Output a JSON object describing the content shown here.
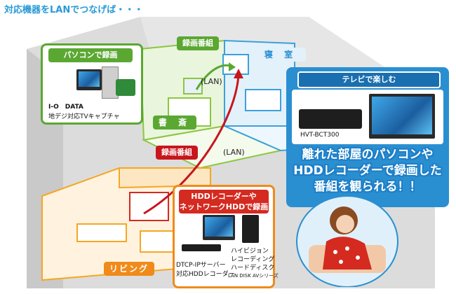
{
  "title": "対応機器をLANでつなげば・・・",
  "pc_panel": {
    "tag": "パソコンで録画",
    "maker": "I-O　DATA",
    "caption": "地デジ対応TVキャプチャ"
  },
  "study": {
    "label": "書 斎"
  },
  "bedroom": {
    "label": "寝 室"
  },
  "living": {
    "label": "リビング"
  },
  "recorded_top": "録画番組",
  "recorded_mid": "録画番組",
  "lan_top": "(LAN)",
  "lan_mid": "(LAN)",
  "tv_panel": {
    "tag": "テレビで楽しむ",
    "model": "HVT-BCT300",
    "caption_lines": [
      "離れた部屋のパソコンや",
      "HDDレコーダーで録画した",
      "番組を観られる！！"
    ]
  },
  "hdd_panel": {
    "tag_lines": [
      "HDDレコーダーや",
      "ネットワークHDDで録画"
    ],
    "recorder_lines": [
      "DTCP-IPサーバー",
      "対応HDDレコーダー"
    ],
    "disk_lines": [
      "ハイビジョン",
      "レコーディング",
      "ハードディスク"
    ],
    "disk_series": "LAN DISK AVシリーズ"
  },
  "colors": {
    "house": "#d6d6d6",
    "house_light": "#e8e8e8",
    "green_room": "#8cc63f",
    "blue_room": "#3ca0dc",
    "orange_room": "#f5a623",
    "arrow": "#c8161d"
  }
}
